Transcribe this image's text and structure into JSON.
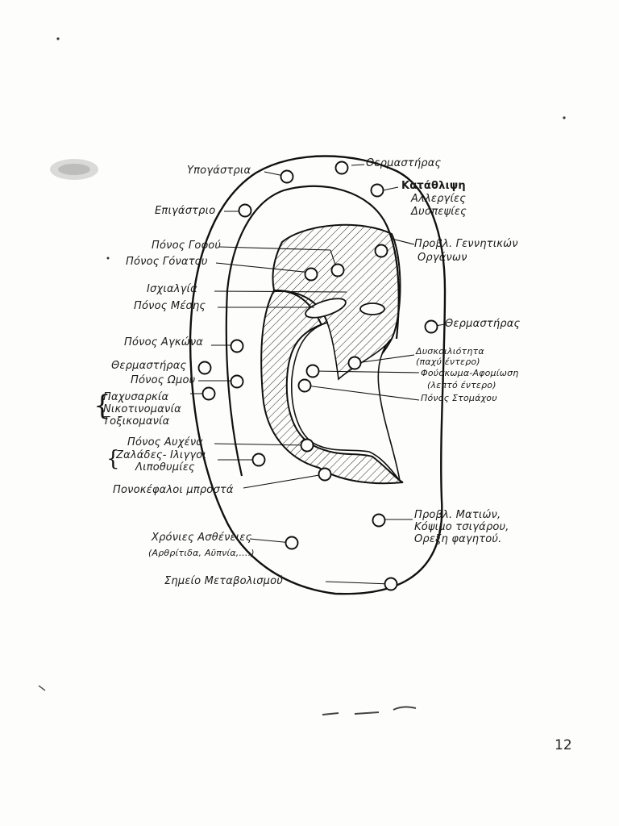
{
  "labels": {
    "hypogastrio": "Υπογάστρια",
    "epigastrio": "Επιγάστριο",
    "ponos_gofou": "Πόνος Γοφού",
    "ponos_gonatou": "Πόνος Γόνατου",
    "ischialgia": "Ισχιαλγία",
    "ponos_mesis": "Πόνος Μέσης",
    "ponos_agkona": "Πόνος Αγκώνα",
    "thermastiras_left": "Θερμαστήρας",
    "ponos_omou": "Πόνος Ωμου",
    "pachysarkia": "Παχυσαρκία",
    "nikotinomania": "Νικοτινομανία",
    "toxikomania": "Τοξικομανία",
    "ponos_auchena": "Πόνος Αυχένα",
    "zalades_iliggoi": "Ζαλάδες- Ιλιγγοι",
    "lipothymies": "Λιποθυμίες",
    "ponokefaloi": "Πονοκέφαλοι μπροστά",
    "chronies_astheneies": "Χρόνιες Ασθένειες",
    "chronies_detail": "(Αρθρίτιδα, Αϋπνία,....)",
    "simeio_metavolismou": "Σημείο Μεταβολισμού",
    "thermastiras_top": "Θερμαστήρας",
    "katathlipsi": "Κατάθλιψη",
    "allergies": "Αλλεργίες",
    "dyspepsies": "Δυσπεψίες",
    "provl_gennitikon": "Προβλ. Γεννητικών",
    "organon": "Οργάνων",
    "thermastiras_right": "Θερμαστήρας",
    "dyskoiliotita": "Δυσκοιλιότητα",
    "pachy_entero": "(παχύ έντερο)",
    "fouskoma": "Φούσκωμα-Αφομίωση",
    "lepto_entero": "(λεπτό έντερο)",
    "ponos_stomachou": "Πόνος Στομάχου",
    "provl_mation": "Προβλ. Ματιών,",
    "kopsimo_tsigarou": "Κόψιμο τσιγάρου,",
    "orexi_fagitou": "Ορεξη φαγητού."
  },
  "page_number": "12"
}
